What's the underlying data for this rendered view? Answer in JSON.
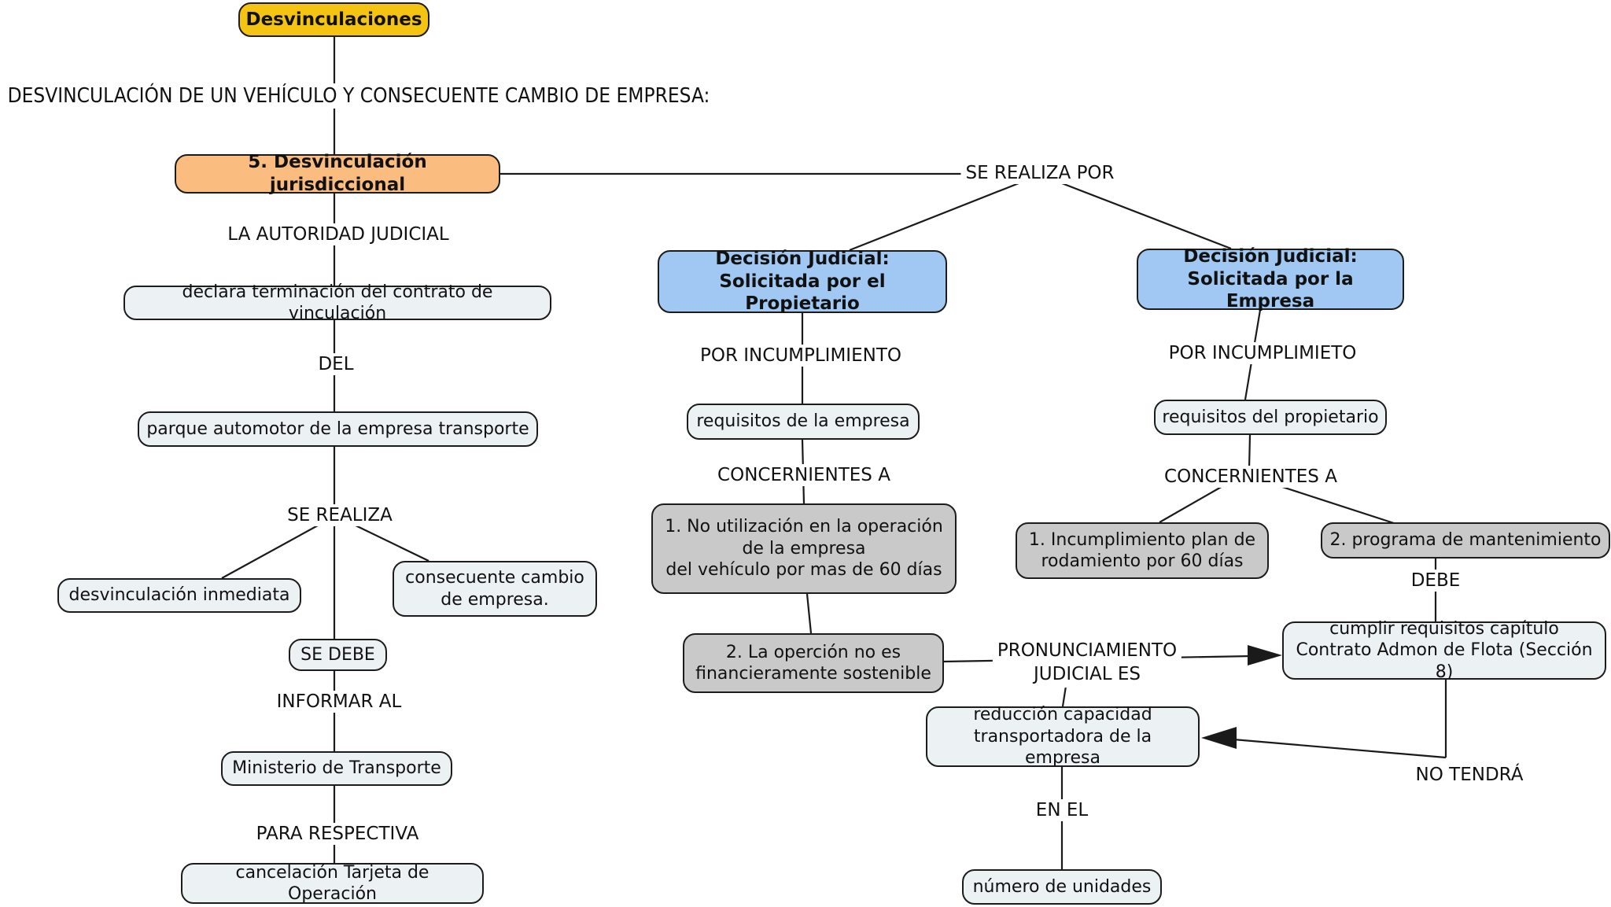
{
  "diagram": {
    "heading": "DESVINCULACIÓN DE UN VEHÍCULO Y CONSECUENTE CAMBIO DE EMPRESA:",
    "colors": {
      "yellow": "#F5C413",
      "orange": "#FBBC80",
      "blue": "#A0C8F2",
      "gray": "#C9C9C9",
      "light": "#ECF1F3",
      "line": "#1a1a1a"
    },
    "nodes": {
      "desvinculaciones": "Desvinculaciones",
      "jurisdiccional": "5. Desvinculación jurisdiccional",
      "declara": "declara terminación del contrato de vinculación",
      "parque": "parque automotor de la empresa transporte",
      "inmediata": "desvinculación inmediata",
      "consecuente": "consecuente cambio\nde empresa.",
      "se_debe": "SE DEBE",
      "ministerio": "Ministerio de Transporte",
      "cancelacion": "cancelación Tarjeta de Operación",
      "decision_propietario": "Decisión Judicial:\nSolicitada por el Propietario",
      "decision_empresa": "Decisión Judicial:\nSolicitada por la Empresa",
      "requisitos_empresa": "requisitos de la empresa",
      "requisitos_propietario": "requisitos del propietario",
      "no_utilizacion": "1. No utilización en la operación\nde la empresa\ndel vehículo por mas de 60 días",
      "incumplimiento_plan": "1. Incumplimiento plan de\nrodamiento por 60 días",
      "programa_mantenimiento": "2. programa de mantenimiento",
      "operacion_no_sostenible": "2. La operción no es\nfinancieramente sostenible",
      "cumplir_requisitos": "cumplir requisitos capítulo\nContrato Admon de Flota (Sección 8)",
      "reduccion_capacidad": "reducción capacidad\ntransportadora de la empresa",
      "numero_unidades": "número de unidades"
    },
    "edge_labels": {
      "la_autoridad": "LA AUTORIDAD JUDICIAL",
      "del": "DEL",
      "se_realiza": "SE REALIZA",
      "informar_al": "INFORMAR AL",
      "para_respectiva": "PARA RESPECTIVA",
      "se_realiza_por": "SE REALIZA POR",
      "por_incumplimiento": "POR INCUMPLIMIENTO",
      "por_incumplimieto": "POR INCUMPLIMIETO",
      "concernientes_a_1": "CONCERNIENTES A",
      "concernientes_a_2": "CONCERNIENTES A",
      "debe": "DEBE",
      "pronunciamiento": "PRONUNCIAMIENTO\nJUDICIAL ES",
      "no_tendra": "NO TENDRÁ",
      "en_el": "EN EL"
    }
  }
}
